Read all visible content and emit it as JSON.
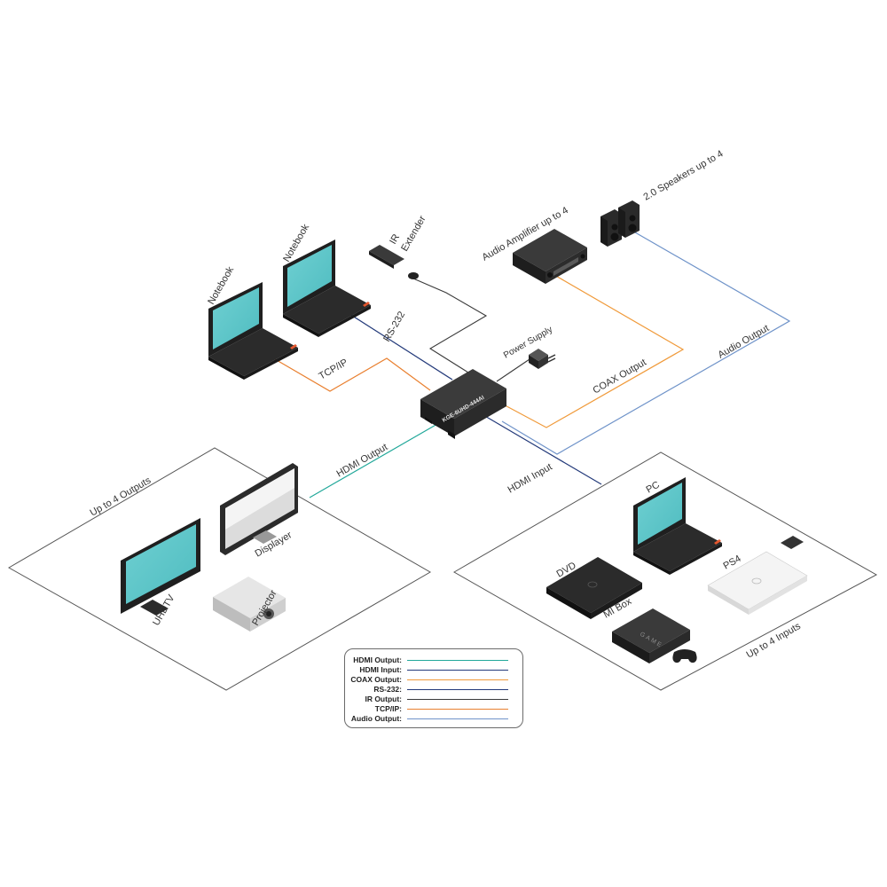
{
  "colors": {
    "hdmi_output": "#22a89a",
    "hdmi_input": "#233a7a",
    "coax_output": "#f09a3a",
    "rs232": "#233a7a",
    "ir_output": "#3a3a3a",
    "tcp_ip": "#e98030",
    "audio_output": "#6f93c9",
    "screen": "#5cc6c8"
  },
  "labels": {
    "notebook_left": "Notebook",
    "notebook_right": "Notebook",
    "ir_extender_1": "IR",
    "ir_extender_2": "Extender",
    "audio_amplifier": "Audio Amplifier up to 4",
    "speakers": "2.0 Speakers up to 4",
    "rs232": "RS-232",
    "tcp_ip": "TCP/IP",
    "power_supply": "Power Supply",
    "coax_output": "COAX Output",
    "audio_output": "Audio Output",
    "device_model": "KGE-6UHD-444AI",
    "hdmi_output": "HDMI Output",
    "hdmi_input": "HDMI Input",
    "up_to_4_outputs": "Up to 4 Outputs",
    "up_to_4_inputs": "Up to 4 Inputs",
    "uhdtv": "UHDTV",
    "displayer": "Displayer",
    "projector": "Projector",
    "pc": "PC",
    "dvd": "DVD",
    "mi_box": "MI Box",
    "ps4": "PS4",
    "game": "GAME"
  },
  "legend": [
    {
      "label": "HDMI Output:",
      "color": "#22a89a"
    },
    {
      "label": "HDMI Input:",
      "color": "#233a7a"
    },
    {
      "label": "COAX Output:",
      "color": "#f09a3a"
    },
    {
      "label": "RS-232:",
      "color": "#233a7a"
    },
    {
      "label": "IR Output:",
      "color": "#3a3a3a"
    },
    {
      "label": "TCP/IP:",
      "color": "#e98030"
    },
    {
      "label": "Audio Output:",
      "color": "#6f93c9"
    }
  ]
}
